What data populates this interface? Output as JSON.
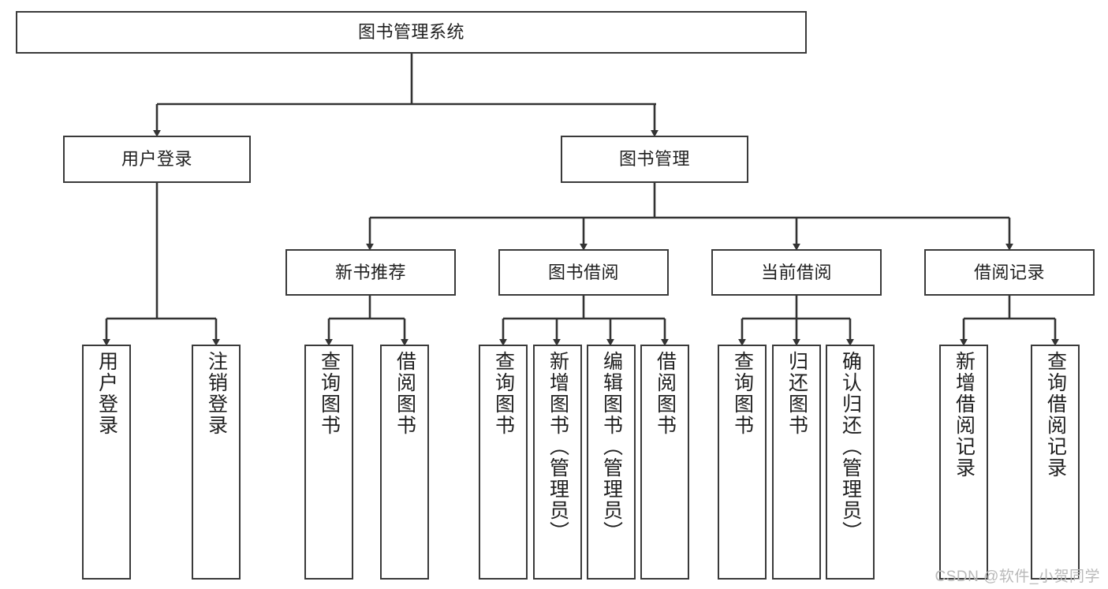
{
  "diagram": {
    "title": "图书管理系统",
    "type": "tree",
    "watermark": "CSDN @软件_小贺同学",
    "colors": {
      "box_border": "#3a3a3a",
      "box_fill": "#ffffff",
      "edge": "#333333",
      "text": "#1f1f1f",
      "watermark": "#b9b9b9",
      "background": "#ffffff"
    },
    "root": {
      "label": "图书管理系统"
    },
    "level2": [
      {
        "label": "用户登录"
      },
      {
        "label": "图书管理"
      }
    ],
    "level3": [
      {
        "label": "新书推荐"
      },
      {
        "label": "图书借阅"
      },
      {
        "label": "当前借阅"
      },
      {
        "label": "借阅记录"
      }
    ],
    "leaves": {
      "user_login": [
        {
          "label": "用户登录"
        },
        {
          "label": "注销登录"
        }
      ],
      "new_book_recommend": [
        {
          "label": "查询图书"
        },
        {
          "label": "借阅图书"
        }
      ],
      "book_borrow": [
        {
          "label": "查询图书"
        },
        {
          "label": "新增图书（管理员）"
        },
        {
          "label": "编辑图书（管理员）"
        },
        {
          "label": "借阅图书"
        }
      ],
      "current_borrow": [
        {
          "label": "查询图书"
        },
        {
          "label": "归还图书"
        },
        {
          "label": "确认归还（管理员）"
        }
      ],
      "borrow_record": [
        {
          "label": "新增借阅记录"
        },
        {
          "label": "查询借阅记录"
        }
      ]
    }
  }
}
